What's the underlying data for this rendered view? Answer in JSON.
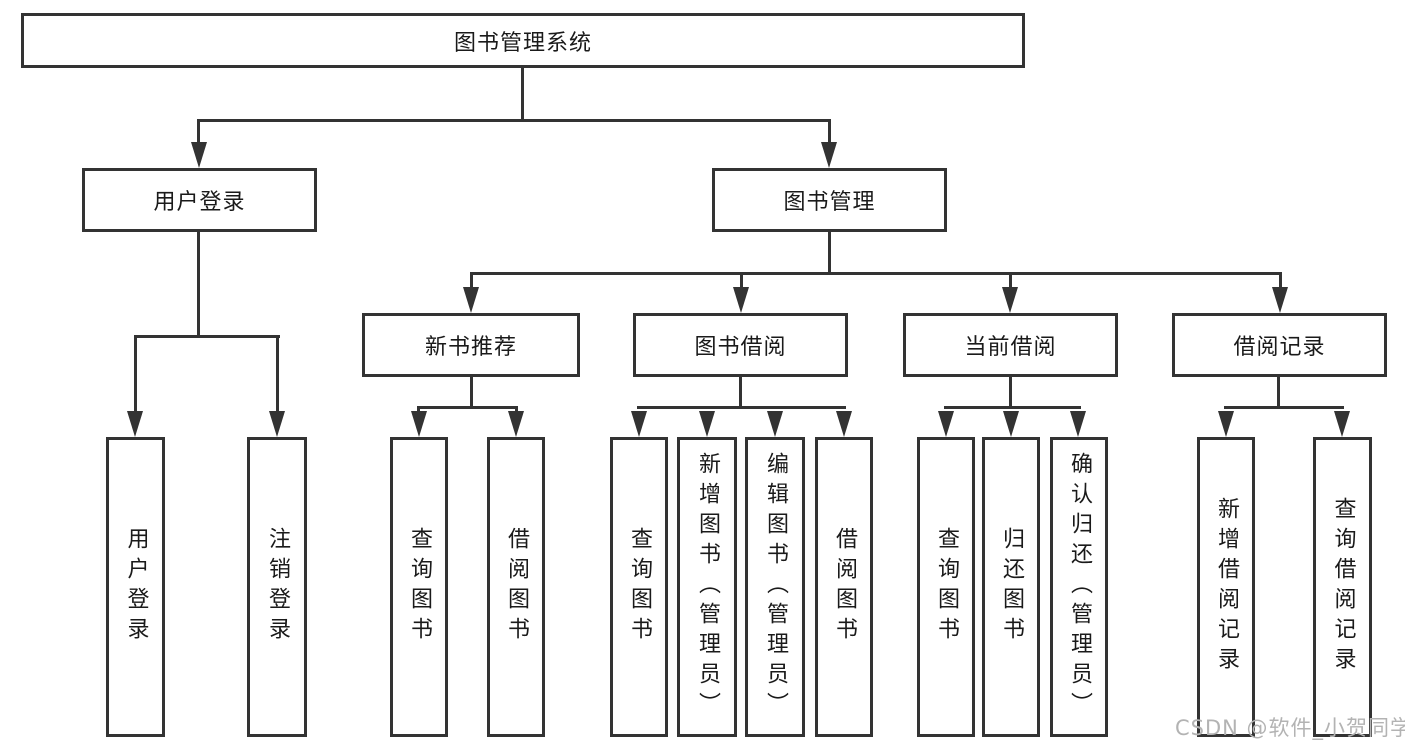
{
  "diagram": {
    "root": "图书管理系统",
    "branches": [
      {
        "label": "用户登录",
        "children": [
          "用户登录",
          "注销登录"
        ]
      },
      {
        "label": "图书管理",
        "sections": [
          {
            "label": "新书推荐",
            "children": [
              "查询图书",
              "借阅图书"
            ]
          },
          {
            "label": "图书借阅",
            "children": [
              "查询图书",
              "新增图书（管理员）",
              "编辑图书（管理员）",
              "借阅图书"
            ]
          },
          {
            "label": "当前借阅",
            "children": [
              "查询图书",
              "归还图书",
              "确认归还（管理员）"
            ]
          },
          {
            "label": "借阅记录",
            "children": [
              "新增借阅记录",
              "查询借阅记录"
            ]
          }
        ]
      }
    ],
    "colors": {
      "line": "#333333",
      "text": "#1a1a1a",
      "background": "#ffffff",
      "watermark": "#b3b3b3"
    }
  },
  "watermark": "CSDN @软件_小贺同学"
}
